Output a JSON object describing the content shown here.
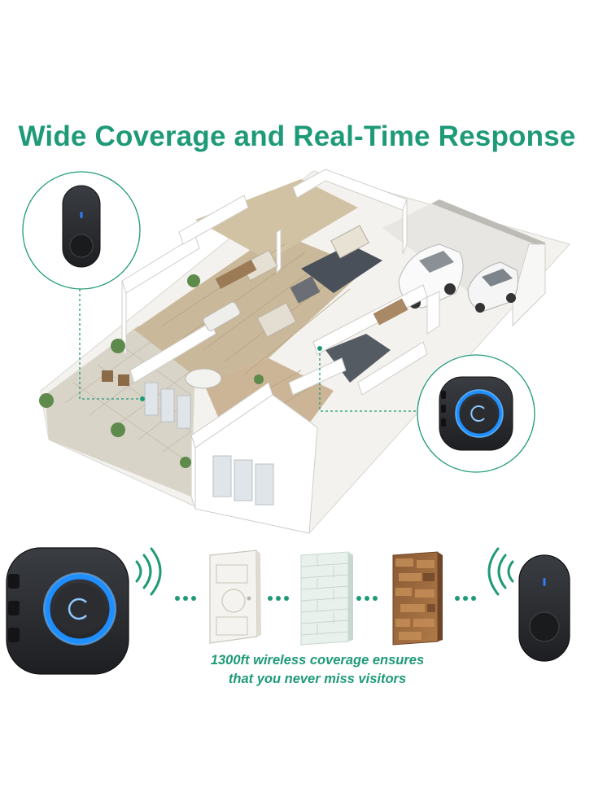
{
  "headline": "Wide Coverage and Real-Time Response",
  "caption": {
    "line1": "1300ft wireless coverage ensures",
    "line2": "that you never miss visitors"
  },
  "colors": {
    "accent": "#1f9a78",
    "device_body": "#2b2d31",
    "ring_glow": "#1f8fff",
    "indicator": "#2f7cff"
  },
  "icons": [
    "doorbell-button-icon",
    "receiver-chime-icon",
    "wifi-signal-icon",
    "door-icon",
    "brick-wall-icon",
    "wood-wall-icon"
  ]
}
